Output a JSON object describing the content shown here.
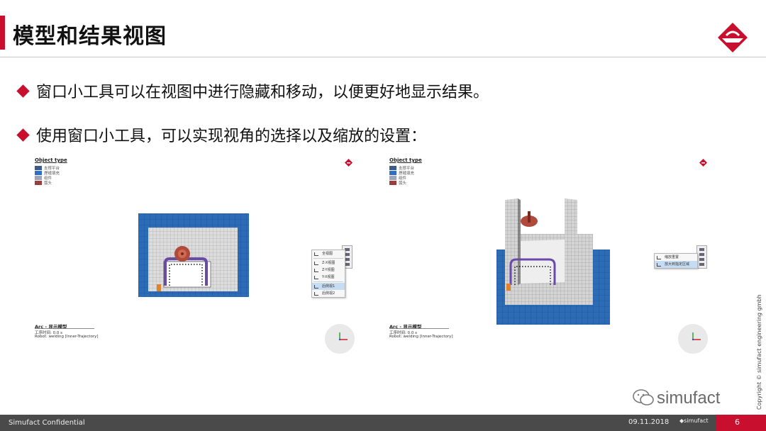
{
  "slide": {
    "title": "模型和结果视图",
    "bullets": [
      "窗口小工具可以在视图中进行隐藏和移动，以便更好地显示结果。",
      "使用窗口小工具，可以实现视角的选择以及缩放的设置："
    ]
  },
  "legend": {
    "title": "Object type",
    "items": [
      {
        "label": "支撑平台",
        "color": "#3d5a8c"
      },
      {
        "label": "焊缝填充",
        "color": "#2f6fcc"
      },
      {
        "label": "组件",
        "color": "#9ea3b8"
      },
      {
        "label": "弧头",
        "color": "#9a3d3d"
      }
    ]
  },
  "info": {
    "title": "Arc - 显示模型",
    "time": "工序时间: 0.0 s",
    "robot": "Robot: welding [Inner-Trajectory]"
  },
  "left_menu": {
    "items": [
      "全视图",
      "Z-X视图",
      "Z-Y视图",
      "Y-X视图",
      "后侧视1",
      "后侧视2"
    ],
    "highlighted": 4
  },
  "right_menu": {
    "items": [
      "缩放重置",
      "放大到指定区域"
    ],
    "highlighted": 1
  },
  "footer": {
    "confidential": "Simufact Confidential",
    "date": "09.11.2018",
    "brand": "simufact",
    "page": "6"
  },
  "copyright": "Copyright © simufact engineering gmbh",
  "watermark": "simufact",
  "colors": {
    "accent": "#c8102e",
    "plate_blue": "#2c6bb5",
    "mesh_gray": "#d8d8d8",
    "weld_purple": "#6a4aa8",
    "footer_bg": "#4a4a4a"
  }
}
